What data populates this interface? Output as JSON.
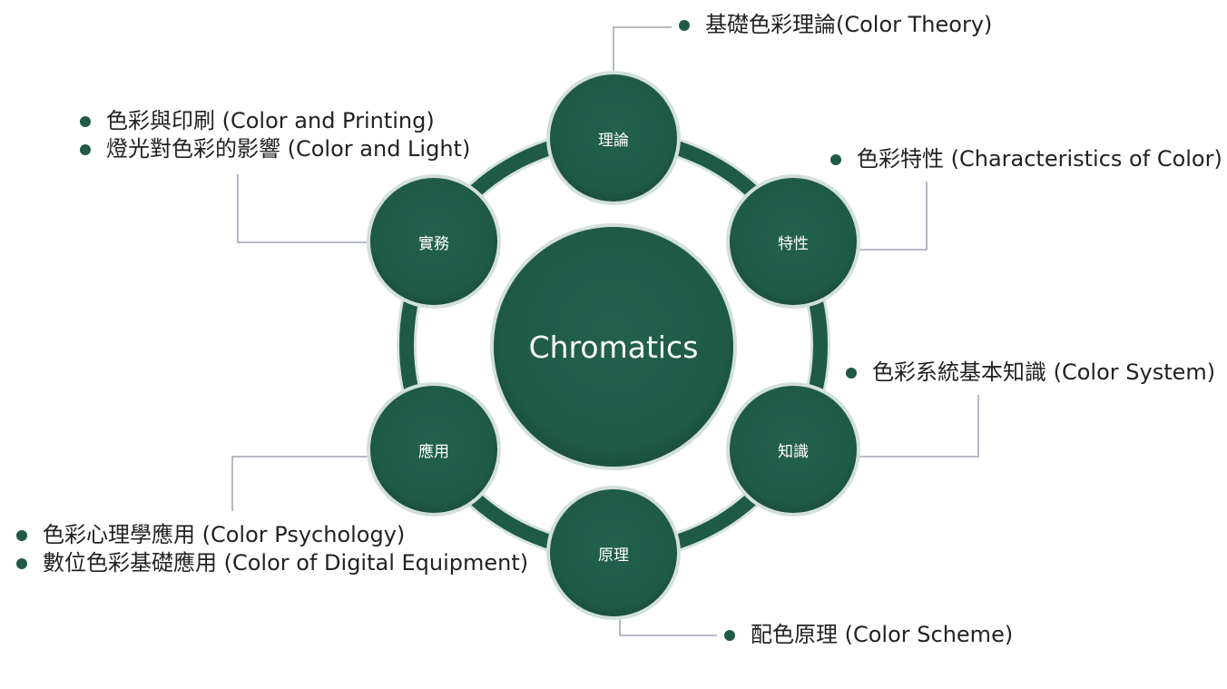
{
  "colors": {
    "node_fill": "#205c4a",
    "ring": "#1f5a47",
    "leader_line": "#8c93a3",
    "bullet": "#1f5a47",
    "text": "#222222"
  },
  "center": {
    "label": "Chromatics"
  },
  "nodes": [
    {
      "id": "theory",
      "label": "理論"
    },
    {
      "id": "characteristics",
      "label": "特性"
    },
    {
      "id": "knowledge",
      "label": "知識"
    },
    {
      "id": "principle",
      "label": "原理"
    },
    {
      "id": "application",
      "label": "應用"
    },
    {
      "id": "practice",
      "label": "實務"
    }
  ],
  "callouts": {
    "theory": [
      "基礎色彩理論(Color Theory)"
    ],
    "characteristics": [
      "色彩特性 (Characteristics of Color)"
    ],
    "knowledge": [
      "色彩系統基本知識 (Color System)"
    ],
    "principle": [
      "配色原理 (Color Scheme)"
    ],
    "application": [
      "色彩心理學應用 (Color Psychology)",
      "數位色彩基礎應用 (Color of Digital Equipment)"
    ],
    "practice": [
      "色彩與印刷 (Color and Printing)",
      "燈光對色彩的影響 (Color and Light)"
    ]
  }
}
